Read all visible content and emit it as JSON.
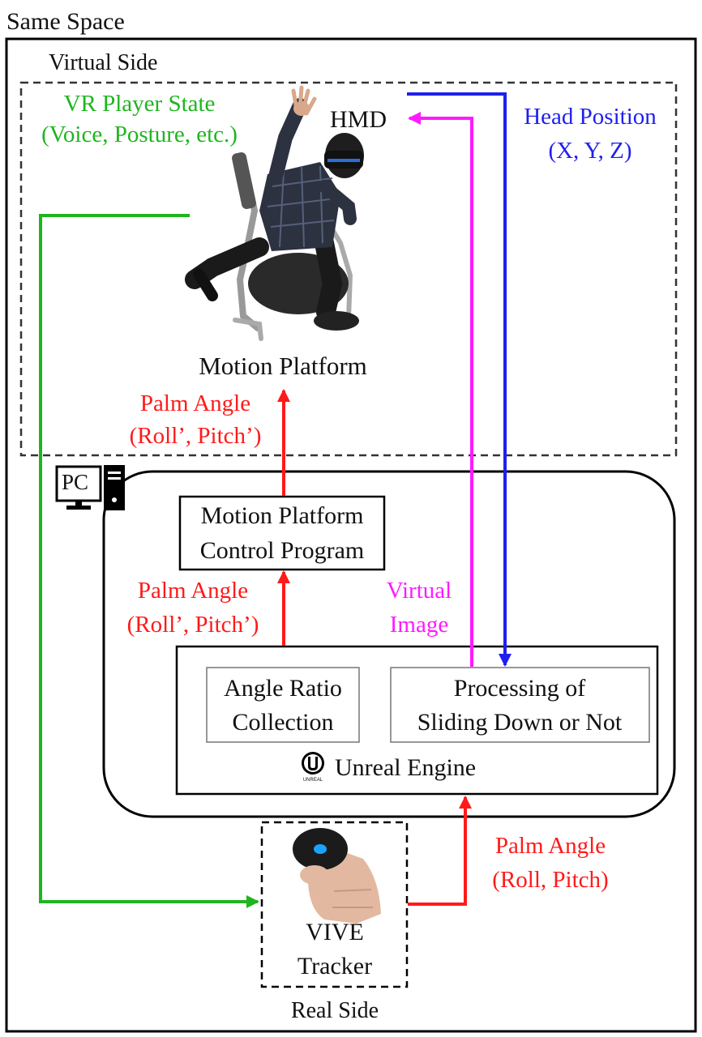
{
  "same_space": {
    "label": "Same Space"
  },
  "virtual_side": {
    "label": "Virtual Side"
  },
  "real_side": {
    "label": "Real Side"
  },
  "vr_player_state": {
    "line1": "VR Player State",
    "line2": "(Voice, Posture, etc.)"
  },
  "hmd": {
    "label": "HMD"
  },
  "head_position": {
    "line1": "Head Position",
    "line2": "(X, Y, Z)"
  },
  "motion_platform": {
    "label": "Motion Platform"
  },
  "palm_angle_top": {
    "line1": "Palm Angle",
    "line2": "(Roll’, Pitch’)"
  },
  "pc": {
    "label": "PC"
  },
  "control_program": {
    "line1": "Motion Platform",
    "line2": "Control Program"
  },
  "palm_angle_mid": {
    "line1": "Palm Angle",
    "line2": "(Roll’, Pitch’)"
  },
  "virtual_image": {
    "line1": "Virtual",
    "line2": "Image"
  },
  "angle_ratio": {
    "line1": "Angle Ratio",
    "line2": "Collection"
  },
  "processing": {
    "line1": "Processing of",
    "line2": "Sliding Down or Not"
  },
  "unreal_engine": {
    "label": "Unreal Engine",
    "logo_text": "UNREAL"
  },
  "vive_tracker": {
    "line1": "VIVE",
    "line2": "Tracker"
  },
  "palm_angle_bottom": {
    "line1": "Palm Angle",
    "line2": "(Roll, Pitch)"
  },
  "colors": {
    "red": "#ff1a1a",
    "green": "#1fb51f",
    "blue": "#1f1ff0",
    "magenta": "#ff1aff",
    "black": "#000000"
  }
}
